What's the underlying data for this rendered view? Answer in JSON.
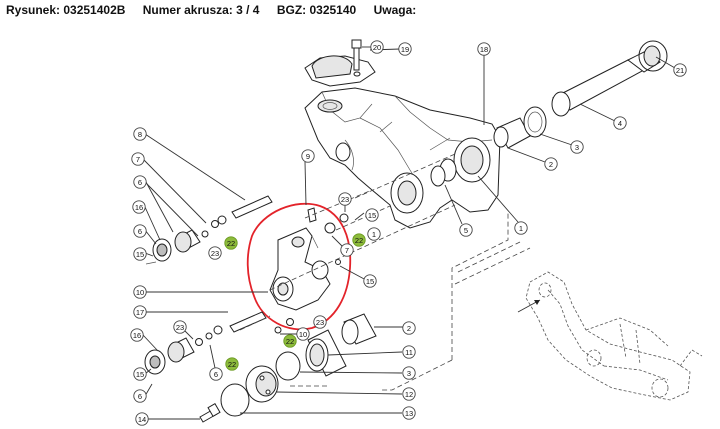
{
  "header": {
    "drawing_label": "Rysunek: 03251402B",
    "sheet_label": "Numer akrusza: 3 / 4",
    "bgz_label": "BGZ: 0325140",
    "note_label": "Uwaga:"
  },
  "callouts": [
    "20",
    "19",
    "18",
    "21",
    "4",
    "3",
    "2",
    "1",
    "5",
    "8",
    "7",
    "6",
    "16",
    "15",
    "23",
    "22",
    "9",
    "10",
    "17",
    "11",
    "12",
    "13",
    "14"
  ],
  "colors": {
    "highlight": "#e3232a",
    "callout_green": "#8dbb3c"
  }
}
